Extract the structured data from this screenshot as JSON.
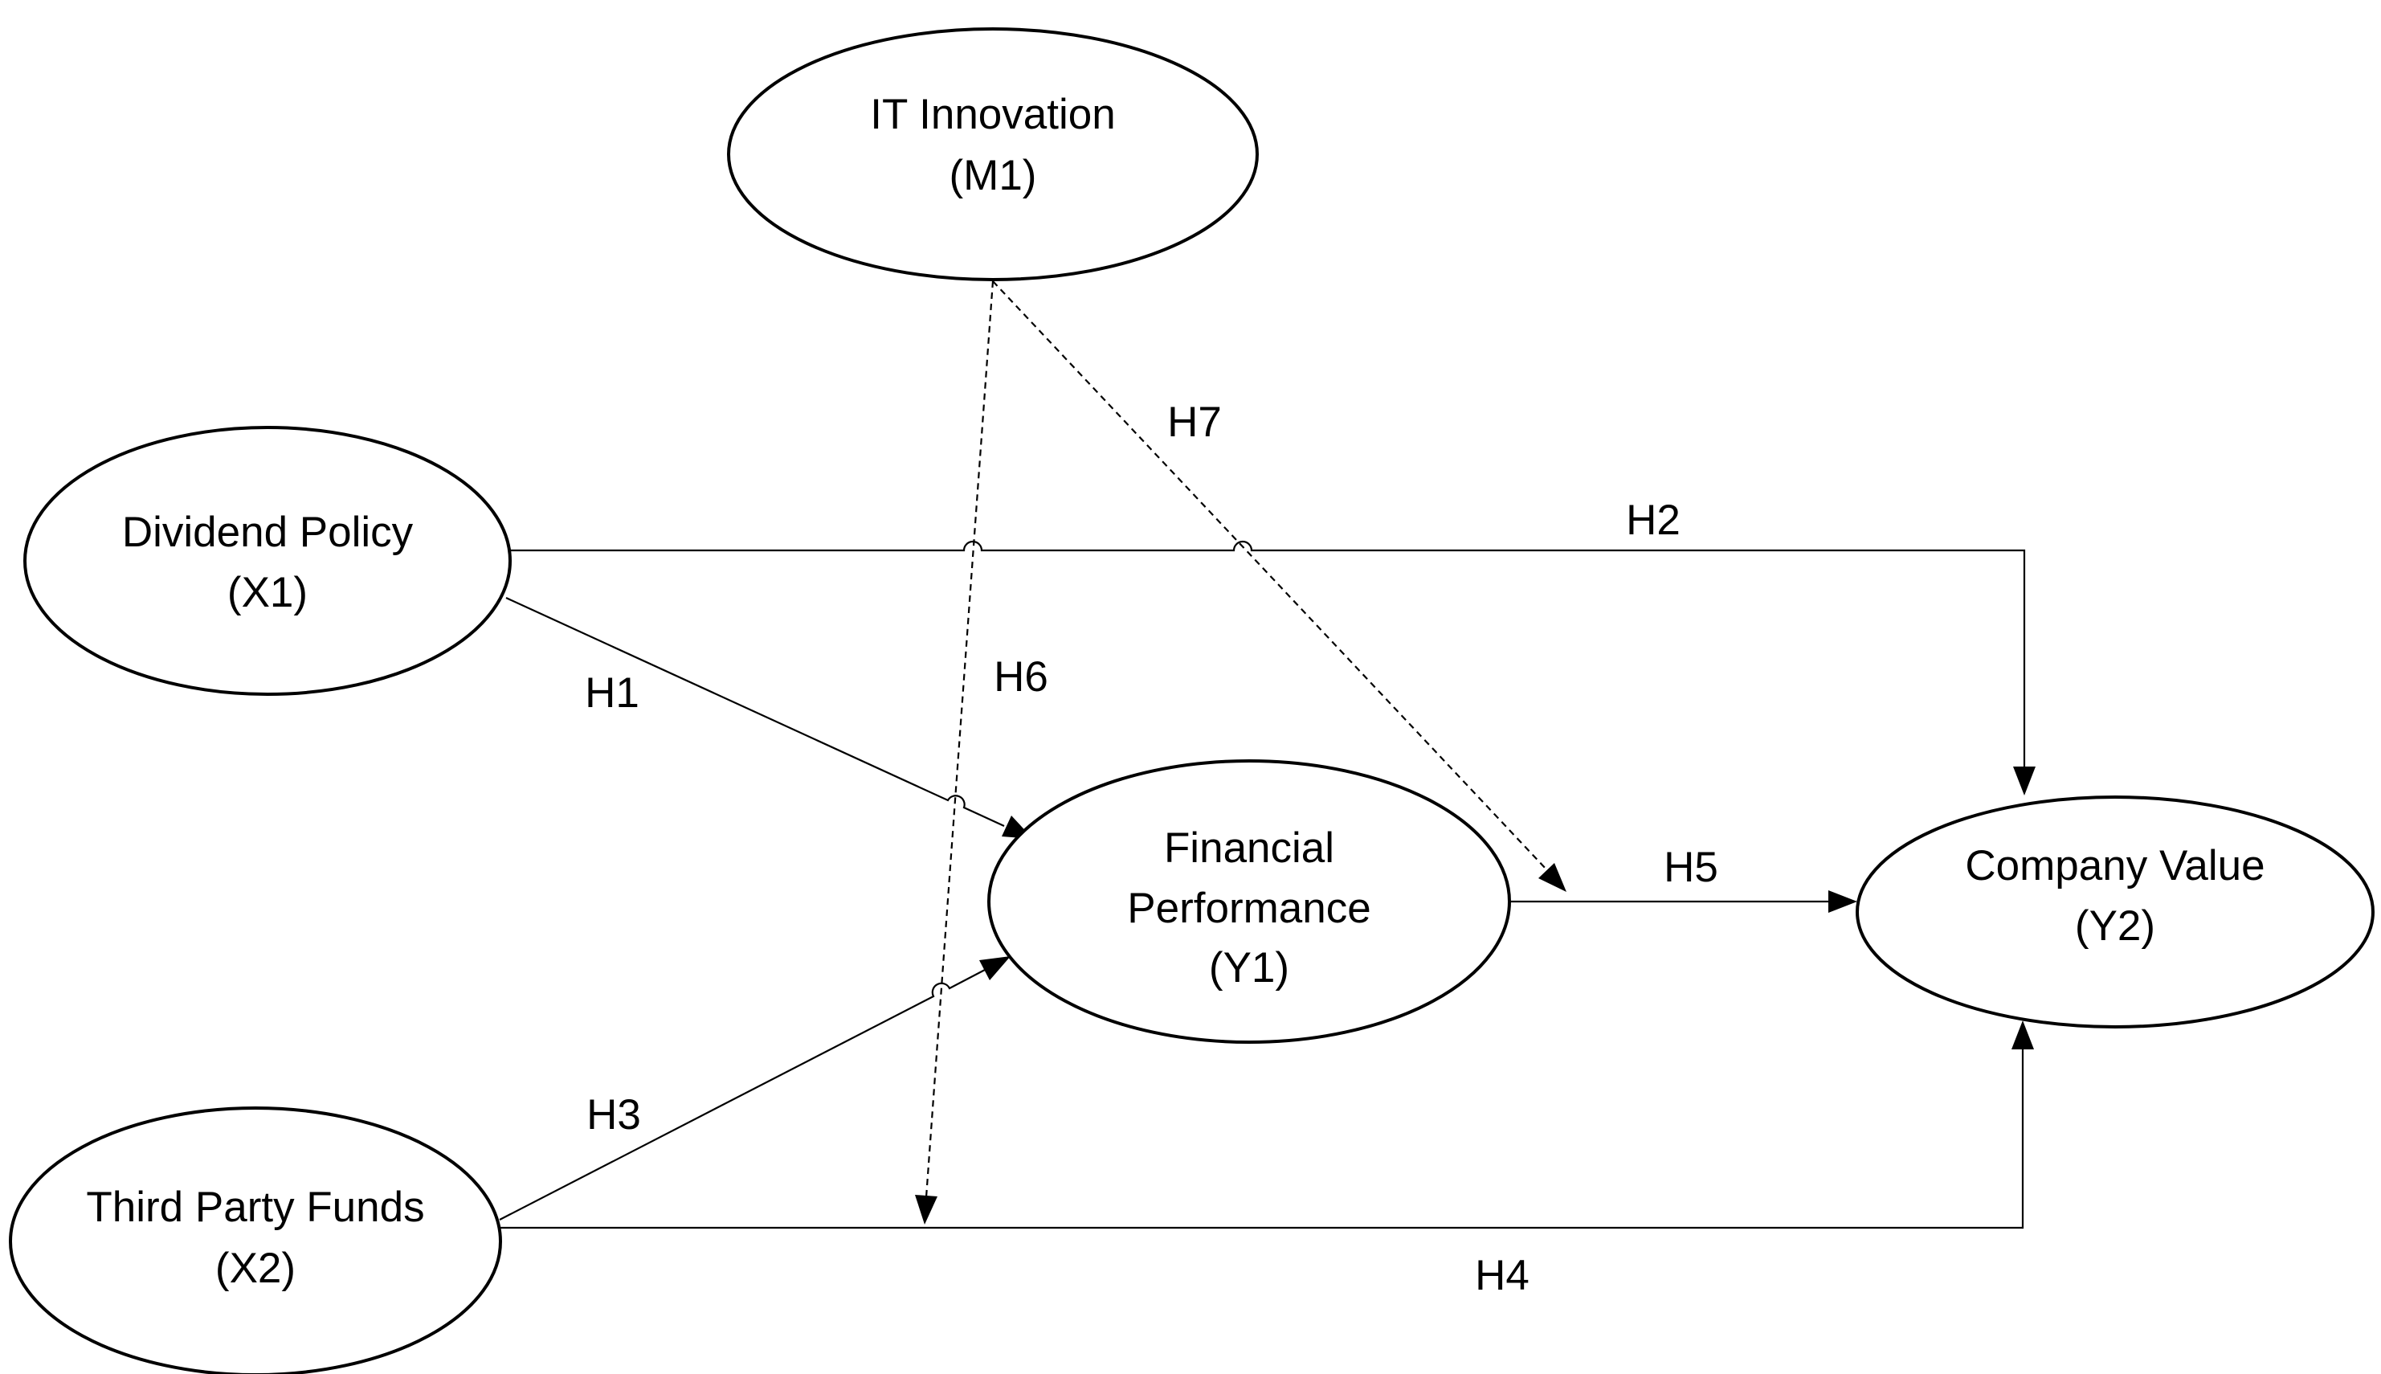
{
  "nodes": {
    "it_innovation": {
      "line1": "IT Innovation",
      "line2": "(M1)"
    },
    "dividend_policy": {
      "line1": "Dividend Policy",
      "line2": "(X1)"
    },
    "third_party_funds": {
      "line1": "Third Party Funds",
      "line2": "(X2)"
    },
    "financial_performance": {
      "line1": "Financial",
      "line2": "Performance",
      "line3": "(Y1)"
    },
    "company_value": {
      "line1": "Company Value",
      "line2": "(Y2)"
    }
  },
  "edges": {
    "h1": {
      "label": "H1",
      "from": "Dividend Policy (X1)",
      "to": "Financial Performance (Y1)",
      "style": "solid"
    },
    "h2": {
      "label": "H2",
      "from": "Dividend Policy (X1)",
      "to": "Company Value (Y2)",
      "style": "solid"
    },
    "h3": {
      "label": "H3",
      "from": "Third Party Funds (X2)",
      "to": "Financial Performance (Y1)",
      "style": "solid"
    },
    "h4": {
      "label": "H4",
      "from": "Third Party Funds (X2)",
      "to": "Company Value (Y2)",
      "style": "solid"
    },
    "h5": {
      "label": "H5",
      "from": "Financial Performance (Y1)",
      "to": "Company Value (Y2)",
      "style": "solid"
    },
    "h6": {
      "label": "H6",
      "from": "IT Innovation (M1)",
      "to": "H4",
      "style": "dashed"
    },
    "h7": {
      "label": "H7",
      "from": "IT Innovation (M1)",
      "to": "H5",
      "style": "dashed"
    }
  }
}
